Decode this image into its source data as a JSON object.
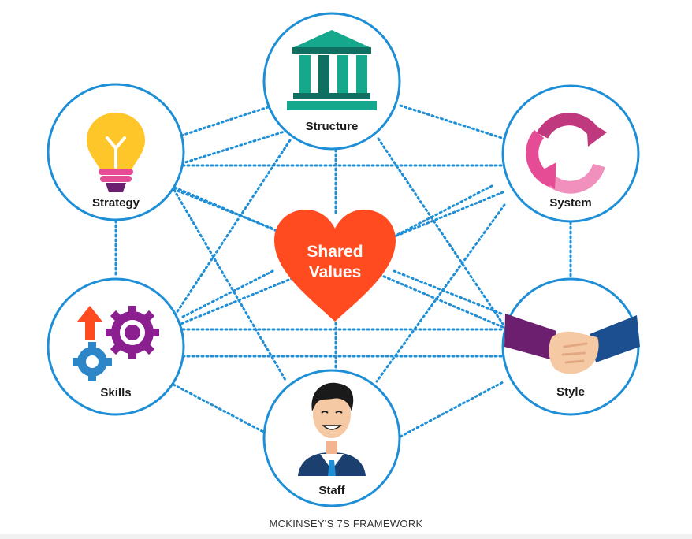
{
  "colors": {
    "connector": "#1e8fd6",
    "circle_stroke": "#1e8fd6",
    "heart": "#ff4b1f",
    "teal": "#16a88c",
    "teal_dark": "#0f6f60",
    "bulb": "#ffc629",
    "pink": "#e64c96",
    "purple": "#6b1f6e",
    "navy": "#1b4f8f",
    "skin": "#f6c9a5"
  },
  "nodes": {
    "structure": {
      "label": "Structure",
      "icon": "bank-building-icon"
    },
    "strategy": {
      "label": "Strategy",
      "icon": "lightbulb-icon"
    },
    "system": {
      "label": "System",
      "icon": "cycle-arrows-icon"
    },
    "skills": {
      "label": "Skills",
      "icon": "gears-arrow-icon"
    },
    "style": {
      "label": "Style",
      "icon": "handshake-icon"
    },
    "staff": {
      "label": "Staff",
      "icon": "person-icon"
    }
  },
  "center": {
    "line1": "Shared",
    "line2": "Values",
    "icon": "heart-icon"
  },
  "caption": "MCKINSEY'S 7S FRAMEWORK"
}
